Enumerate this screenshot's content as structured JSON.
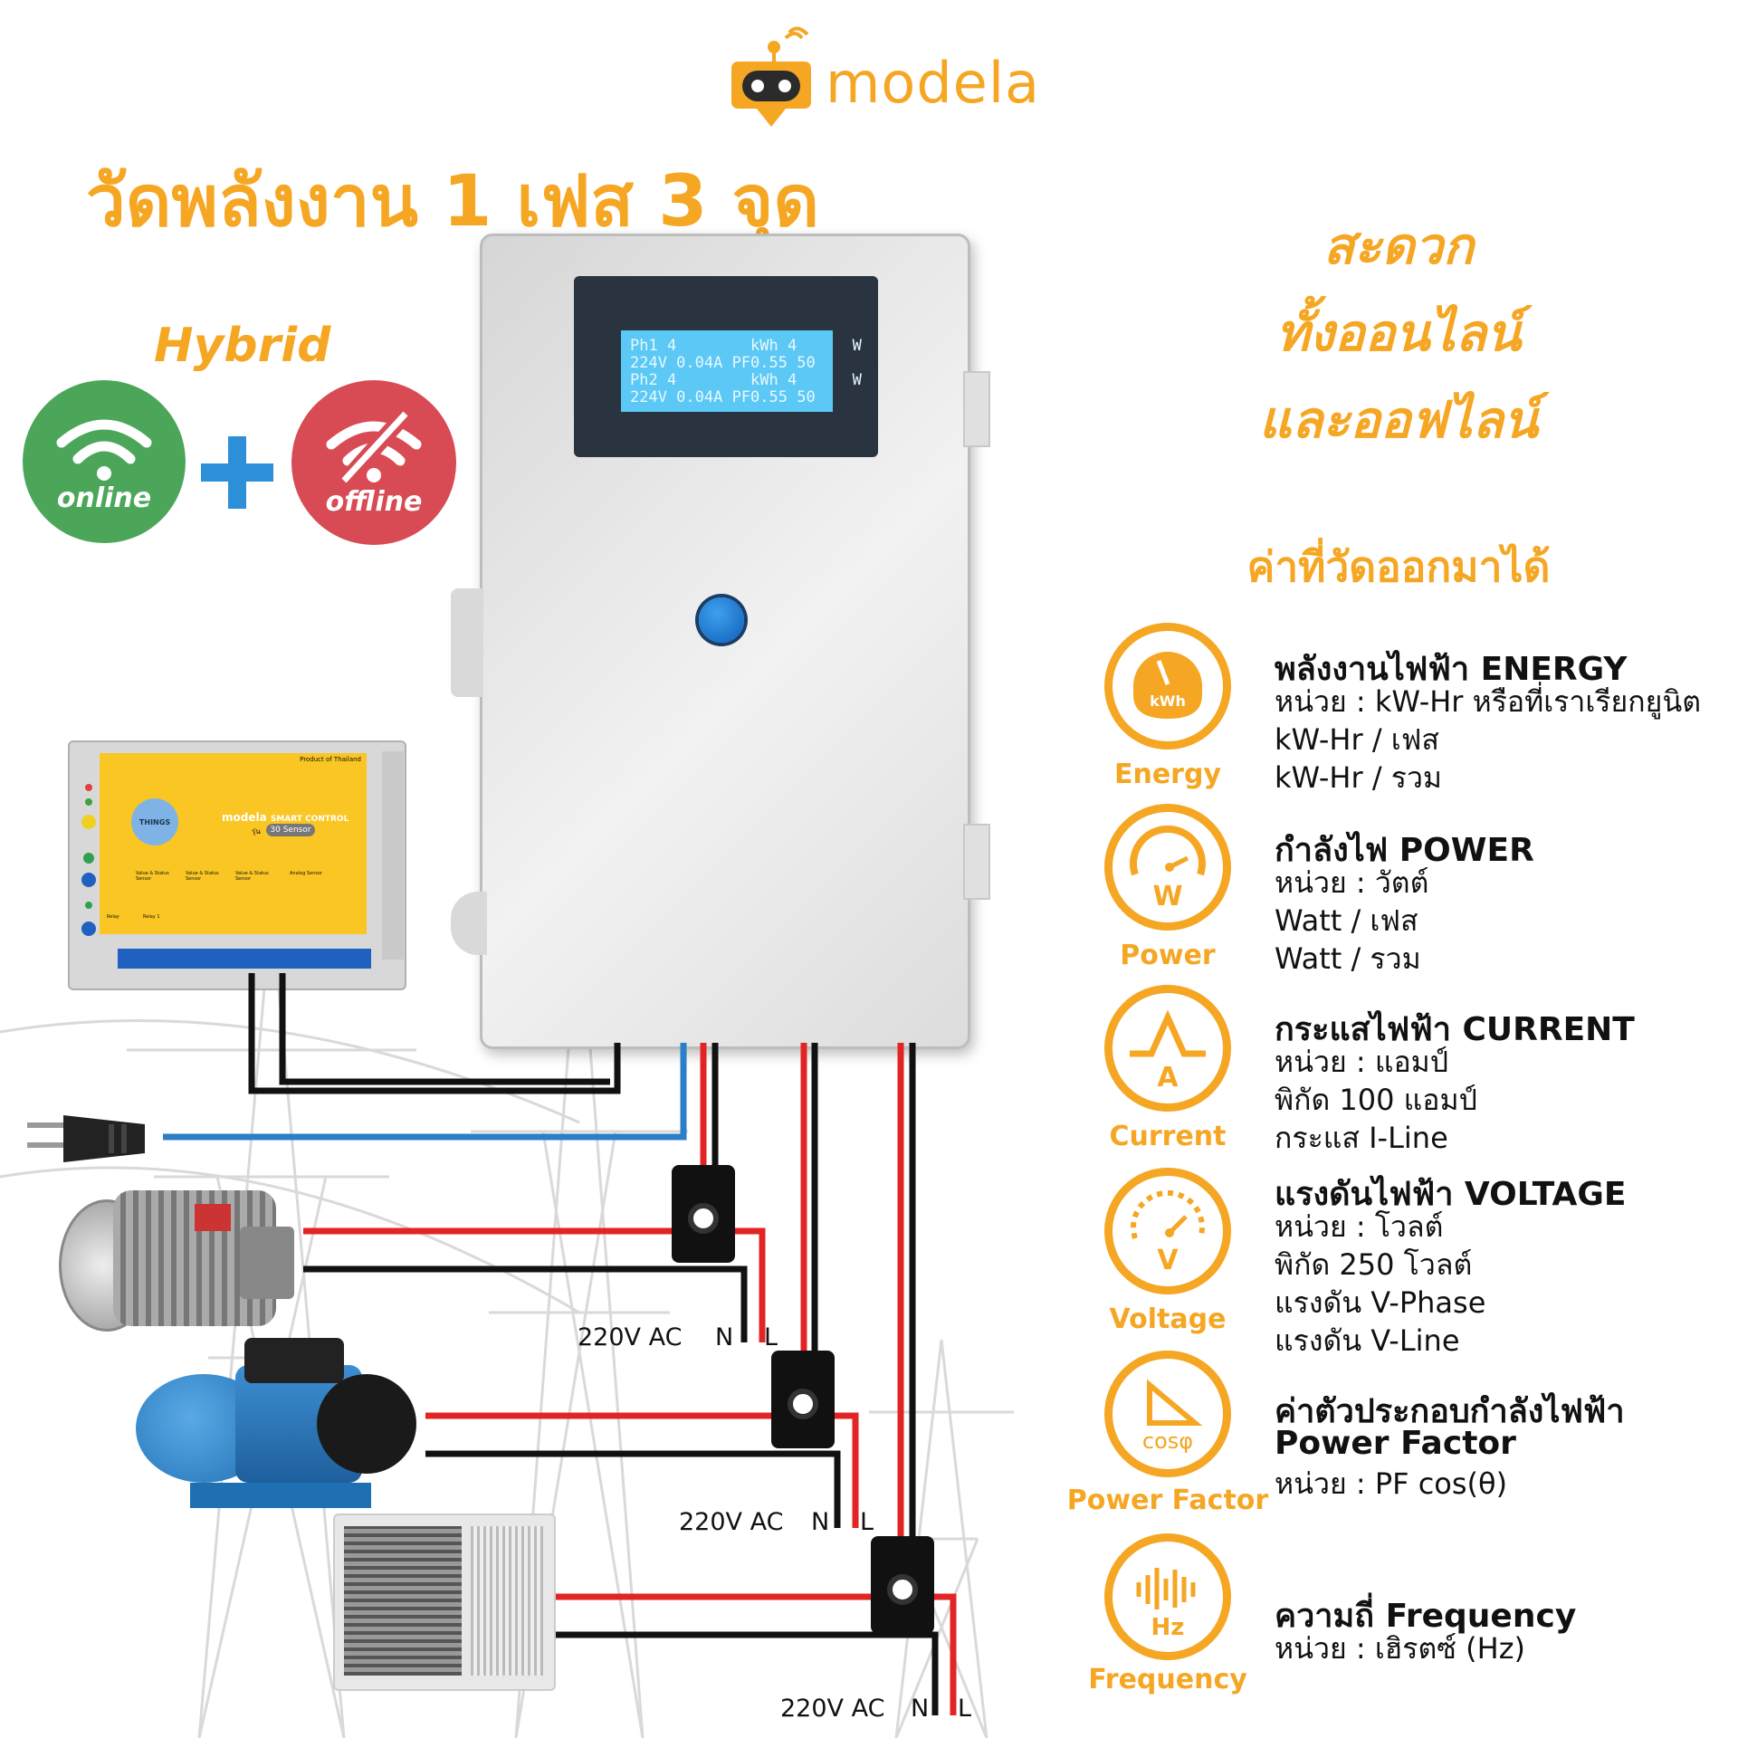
{
  "brand": {
    "name": "modela"
  },
  "title": "วัดพลังงาน 1 เฟส 3 จุด",
  "hybrid": {
    "label": "Hybrid",
    "online_label": "online",
    "offline_label": "offline"
  },
  "tagline": [
    "สะดวก",
    "ทั้งออนไลน์",
    "และออฟไลน์"
  ],
  "measure_title": "ค่าที่วัดออกมาได้",
  "lcd_lines": [
    "Ph1 4        kWh 4      W",
    "224V 0.04A PF0.55 50",
    "Ph2 4        kWh 4      W",
    "224V 0.04A PF0.55 50"
  ],
  "controller": {
    "brand": "modela",
    "product_line": "SMART CONTROL",
    "origin": "Product of Thailand",
    "model_prefix": "รุ่น",
    "model": "30 Sensor",
    "things_label": "THINGS",
    "sensor_labels": [
      "Value & Status Sensor",
      "Value & Status Sensor",
      "Value & Status Sensor",
      "Analog Sensor"
    ],
    "relay_labels": [
      "Relay",
      "Relay 1"
    ]
  },
  "wiring": [
    {
      "ac": "220V AC",
      "n": "N",
      "l": "L"
    },
    {
      "ac": "220V AC",
      "n": "N",
      "l": "L"
    },
    {
      "ac": "220V AC",
      "n": "N",
      "l": "L"
    }
  ],
  "features": [
    {
      "label": "Energy",
      "icon": "energy-meter-icon",
      "icon_text": "kWh",
      "head": "พลังงานไฟฟ้า ENERGY",
      "lines": [
        "หน่วย : kW-Hr หรือที่เราเรียกยูนิต",
        "kW-Hr / เฟส",
        "kW-Hr / รวม"
      ]
    },
    {
      "label": "Power",
      "icon": "power-gauge-icon",
      "icon_text": "W",
      "head": "กำลังไฟ POWER",
      "lines": [
        "หน่วย : วัตต์",
        "Watt / เฟส",
        "Watt / รวม"
      ]
    },
    {
      "label": "Current",
      "icon": "current-icon",
      "icon_text": "A",
      "head": "กระแสไฟฟ้า CURRENT",
      "lines": [
        "หน่วย : แอมป์",
        "พิกัด 100 แอมป์",
        "กระแส I-Line"
      ]
    },
    {
      "label": "Voltage",
      "icon": "voltage-gauge-icon",
      "icon_text": "V",
      "head": "แรงดันไฟฟ้า VOLTAGE",
      "lines": [
        "หน่วย : โวลต์",
        "พิกัด 250 โวลต์",
        "แรงดัน V-Phase",
        "แรงดัน V-Line"
      ]
    },
    {
      "label": "Power Factor",
      "icon": "power-factor-icon",
      "icon_text": "cosφ",
      "head": "ค่าตัวประกอบกำลังไฟฟ้า",
      "head2": "Power Factor",
      "lines": [
        "หน่วย : PF cos(θ)"
      ]
    },
    {
      "label": "Frequency",
      "icon": "frequency-icon",
      "icon_text": "Hz",
      "head": "ความถี่ Frequency",
      "lines": [
        "หน่วย : เฮิรตซ์ (Hz)"
      ]
    }
  ],
  "colors": {
    "accent": "#F5A623",
    "online": "#4CA65A",
    "offline": "#D84B55",
    "plus": "#2D8FD8",
    "wire_red": "#E32424",
    "wire_blue": "#2A7FC8"
  }
}
